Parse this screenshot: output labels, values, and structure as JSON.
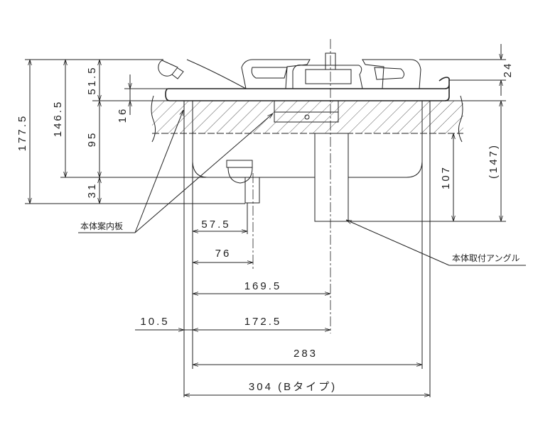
{
  "dimensions": {
    "vertical": {
      "total_height": "177.5",
      "top_to_body_bottom": "146.5",
      "burner_height": "51.5",
      "body_depth": "95",
      "fitting_drop": "31",
      "plate_thickness": "16",
      "knob_height": "24",
      "angle_length": "107",
      "under_counter": "(147)"
    },
    "horizontal": {
      "gas_inlet_a": "57.5",
      "gas_inlet_b": "76",
      "center_a": "169.5",
      "edge_offset": "10.5",
      "center_b": "172.5",
      "body_width": "283",
      "overall_width": "304 (Bタイプ)"
    }
  },
  "labels": {
    "guide_plate": "本体案内板",
    "mounting_angle": "本体取付アングル"
  }
}
